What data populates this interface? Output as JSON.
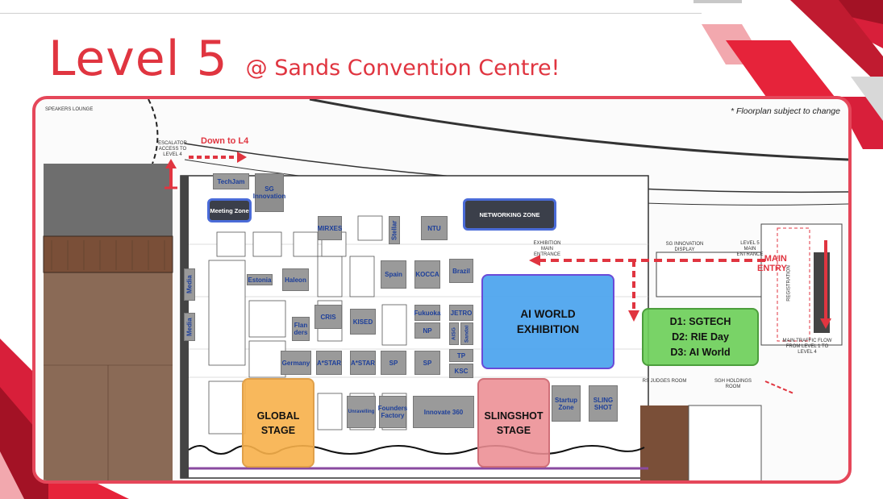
{
  "title": {
    "level": "Level 5",
    "subtitle": "@ Sands Convention Centre!"
  },
  "note": "* Floorplan subject to change",
  "labels": {
    "down_to": "Down to L4",
    "main_entry_line1": "MAIN",
    "main_entry_line2": "ENTRY",
    "escalator": "ESCALATOR ACCESS TO LEVEL 4",
    "speakers_lounge": "SPEAKERS LOUNGE",
    "exhibition_entrance": "EXHIBITION MAIN ENTRANCE",
    "level5_entrance": "LEVEL 5 MAIN ENTRANCE",
    "sg_innovation_display": "SG INNOVATION DISPLAY",
    "registration": "REGISTRATION",
    "traffic_flow": "MAIN TRAFFIC FLOW FROM LEVEL 1 TO LEVEL 4",
    "judges_room": "RS JUDGES ROOM",
    "holdings_room": "SGH HOLDINGS ROOM"
  },
  "zones": {
    "ai_world": "AI WORLD EXHIBITION",
    "days_1": "D1: SGTECH",
    "days_2": "D2: RIE Day",
    "days_3": "D3: AI World",
    "global_1": "GLOBAL",
    "global_2": "STAGE",
    "slingshot_1": "SLINGSHOT",
    "slingshot_2": "STAGE",
    "networking": "NETWORKING ZONE",
    "meeting": "Meeting Zone"
  },
  "booths": {
    "techjam": "TechJam",
    "sg_innovation": "SG Innovation",
    "mirxes": "MIRXES",
    "stellar": "Stellar",
    "ntu": "NTU",
    "spain": "Spain",
    "kocca": "KOCCA",
    "brazil": "Brazil",
    "estonia": "Estonia",
    "haleon": "Haleon",
    "media1": "Media",
    "media2": "Media",
    "cris": "CRIS",
    "kised": "KISED",
    "fukuoka": "Fukuoka",
    "jetro": "JETRO",
    "flanders": "Flan ders",
    "np": "NP",
    "aisg": "AISG",
    "sandai": "Sandai",
    "germany": "Germany",
    "astar1": "A*STAR",
    "astar2": "A*STAR",
    "sp1": "SP",
    "sp2": "SP",
    "tp": "TP",
    "ksc": "KSC",
    "founders": "Founders Factory",
    "innovate": "Innovate 360",
    "startup": "Startup Zone",
    "sling": "SLING SHOT",
    "unravelling": "Unravelling"
  },
  "colors": {
    "accent": "#e03540",
    "ai_world": "#4aa3ee",
    "days_zone": "#6ecf5a",
    "global_stage": "#f7b04a",
    "slingshot_stage": "#ec8d93"
  }
}
